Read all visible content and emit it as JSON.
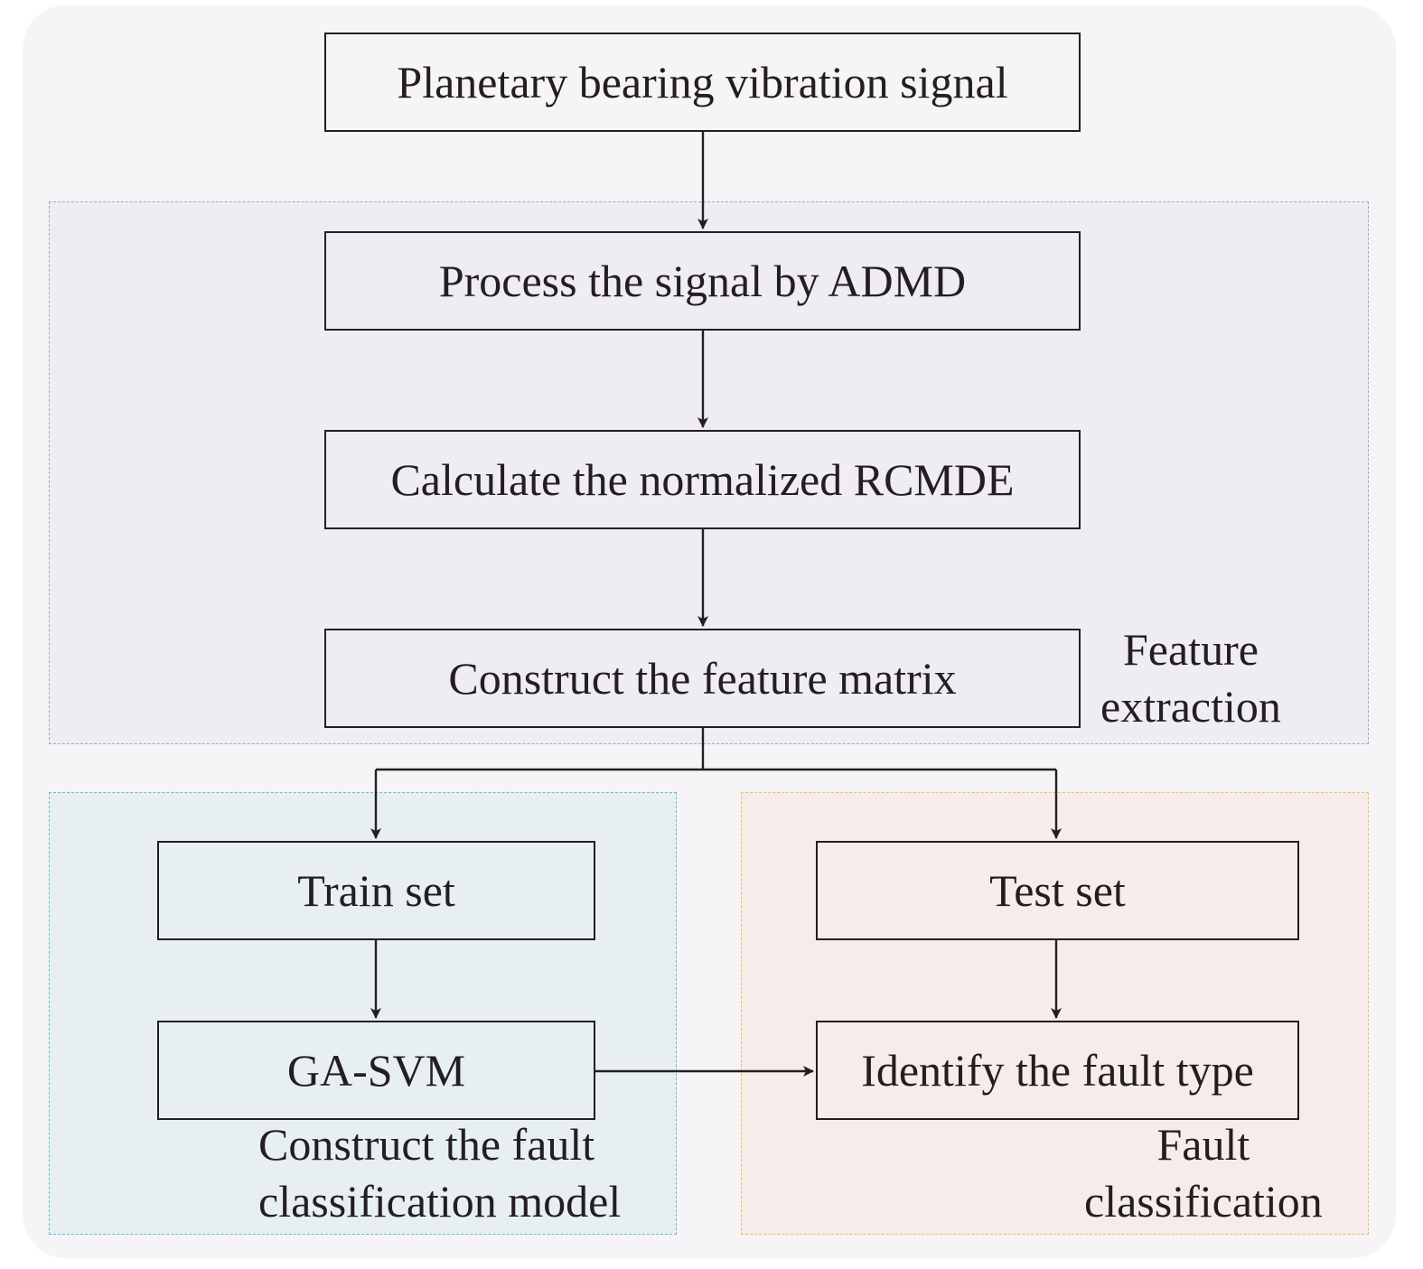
{
  "colors": {
    "panel_bg": "#f6f4f7",
    "feature_region_fill": "#efecf3",
    "feature_region_border": "#a9a2c6",
    "model_region_fill": "#e8eff2",
    "model_region_border": "#62c0c9",
    "classification_region_fill": "#f6ece9",
    "classification_region_border": "#eac453",
    "box_border": "#231f20",
    "text": "#231f20"
  },
  "nodes": {
    "signal": "Planetary bearing vibration signal",
    "admd": "Process the signal by ADMD",
    "rcmde": "Calculate the normalized RCMDE",
    "matrix": "Construct the feature matrix",
    "train": "Train set",
    "test": "Test set",
    "gasvm": "GA-SVM",
    "identify": "Identify the fault type"
  },
  "regions": {
    "feature_extraction": [
      "Feature",
      "extraction"
    ],
    "model": [
      "Construct the fault",
      "classification model"
    ],
    "classification": [
      "Fault",
      "classification"
    ]
  },
  "edges": [
    [
      "signal",
      "admd"
    ],
    [
      "admd",
      "rcmde"
    ],
    [
      "rcmde",
      "matrix"
    ],
    [
      "matrix",
      "train"
    ],
    [
      "matrix",
      "test"
    ],
    [
      "train",
      "gasvm"
    ],
    [
      "test",
      "identify"
    ],
    [
      "gasvm",
      "identify"
    ]
  ]
}
